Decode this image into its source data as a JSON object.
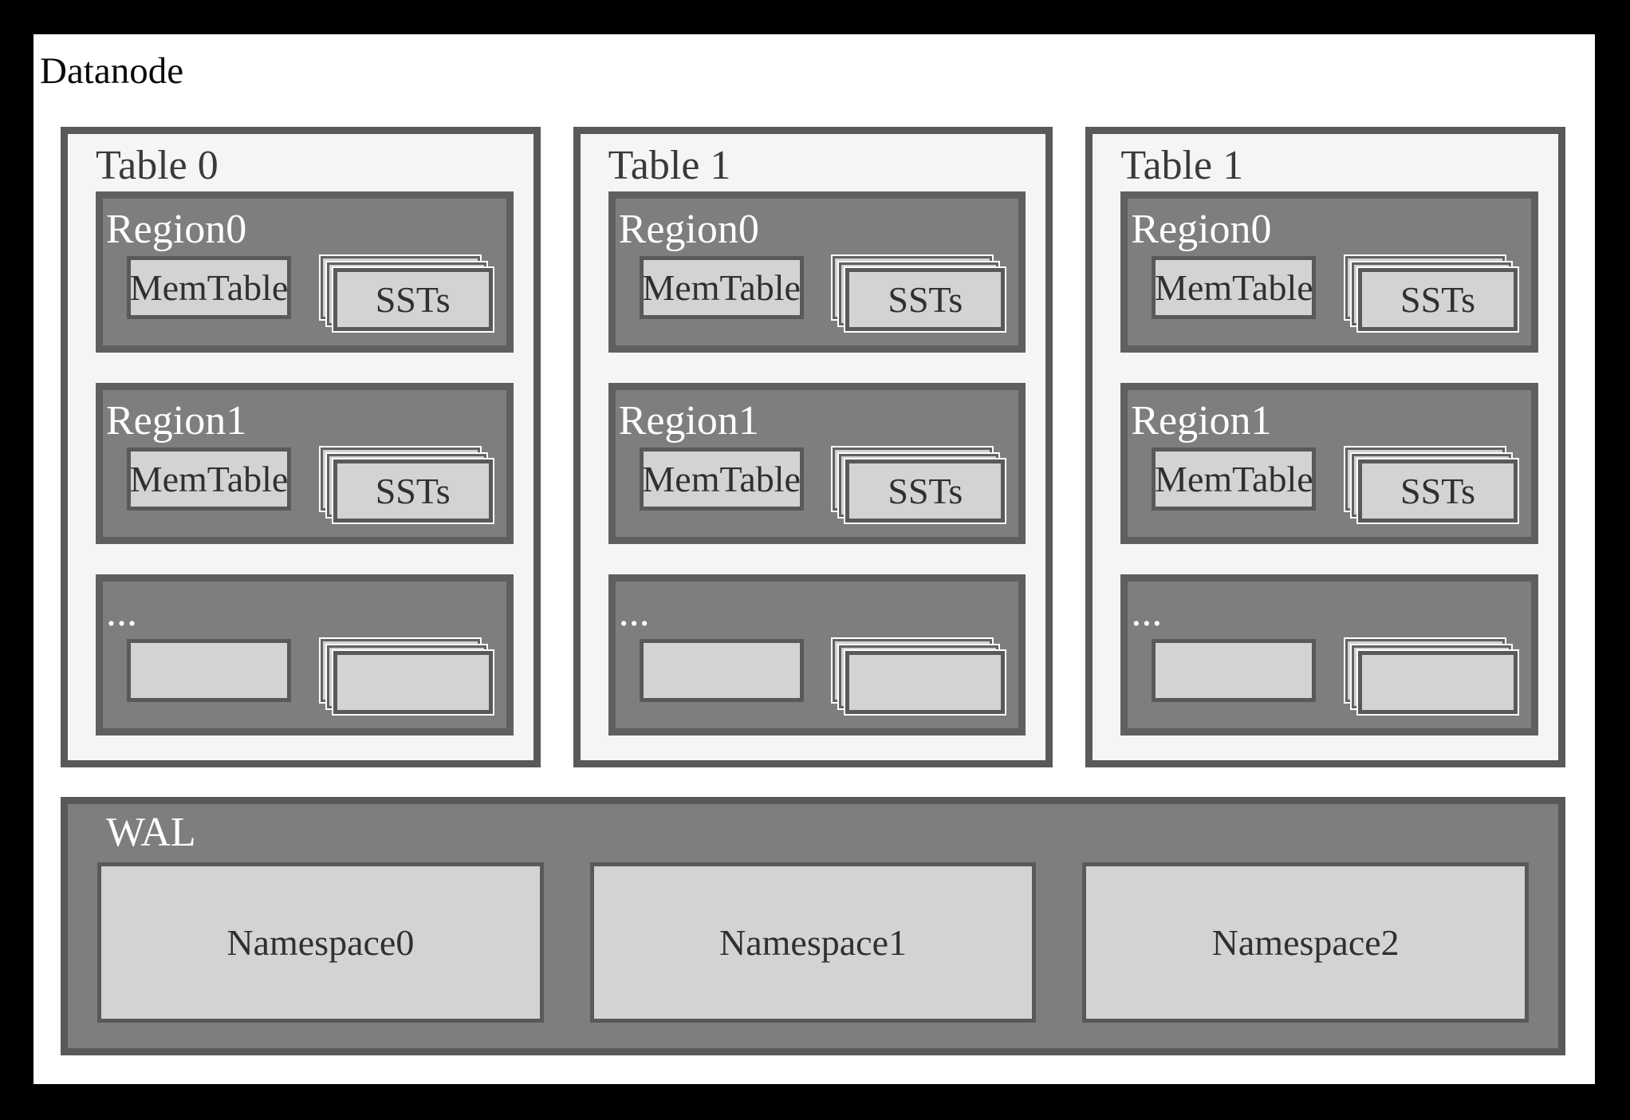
{
  "title": "Datanode",
  "colors": {
    "frame": "#000000",
    "canvas_bg": "#ffffff",
    "table_bg": "#f5f5f5",
    "table_border": "#595959",
    "region_bg": "#7e7e7e",
    "region_border": "#5f5f5f",
    "box_bg": "#d3d3d3",
    "box_border": "#595959",
    "stack_gap": "#ffffff",
    "text_dark": "#303030",
    "text_light": "#ffffff"
  },
  "tables": [
    {
      "label": "Table 0",
      "regions": [
        {
          "label": "Region0",
          "memtable": "MemTable",
          "ssts": "SSTs"
        },
        {
          "label": "Region1",
          "memtable": "MemTable",
          "ssts": "SSTs"
        },
        {
          "label": "...",
          "memtable": "",
          "ssts": ""
        }
      ]
    },
    {
      "label": "Table 1",
      "regions": [
        {
          "label": "Region0",
          "memtable": "MemTable",
          "ssts": "SSTs"
        },
        {
          "label": "Region1",
          "memtable": "MemTable",
          "ssts": "SSTs"
        },
        {
          "label": "...",
          "memtable": "",
          "ssts": ""
        }
      ]
    },
    {
      "label": "Table 1",
      "regions": [
        {
          "label": "Region0",
          "memtable": "MemTable",
          "ssts": "SSTs"
        },
        {
          "label": "Region1",
          "memtable": "MemTable",
          "ssts": "SSTs"
        },
        {
          "label": "...",
          "memtable": "",
          "ssts": ""
        }
      ]
    }
  ],
  "wal": {
    "label": "WAL",
    "namespaces": [
      "Namespace0",
      "Namespace1",
      "Namespace2"
    ]
  }
}
